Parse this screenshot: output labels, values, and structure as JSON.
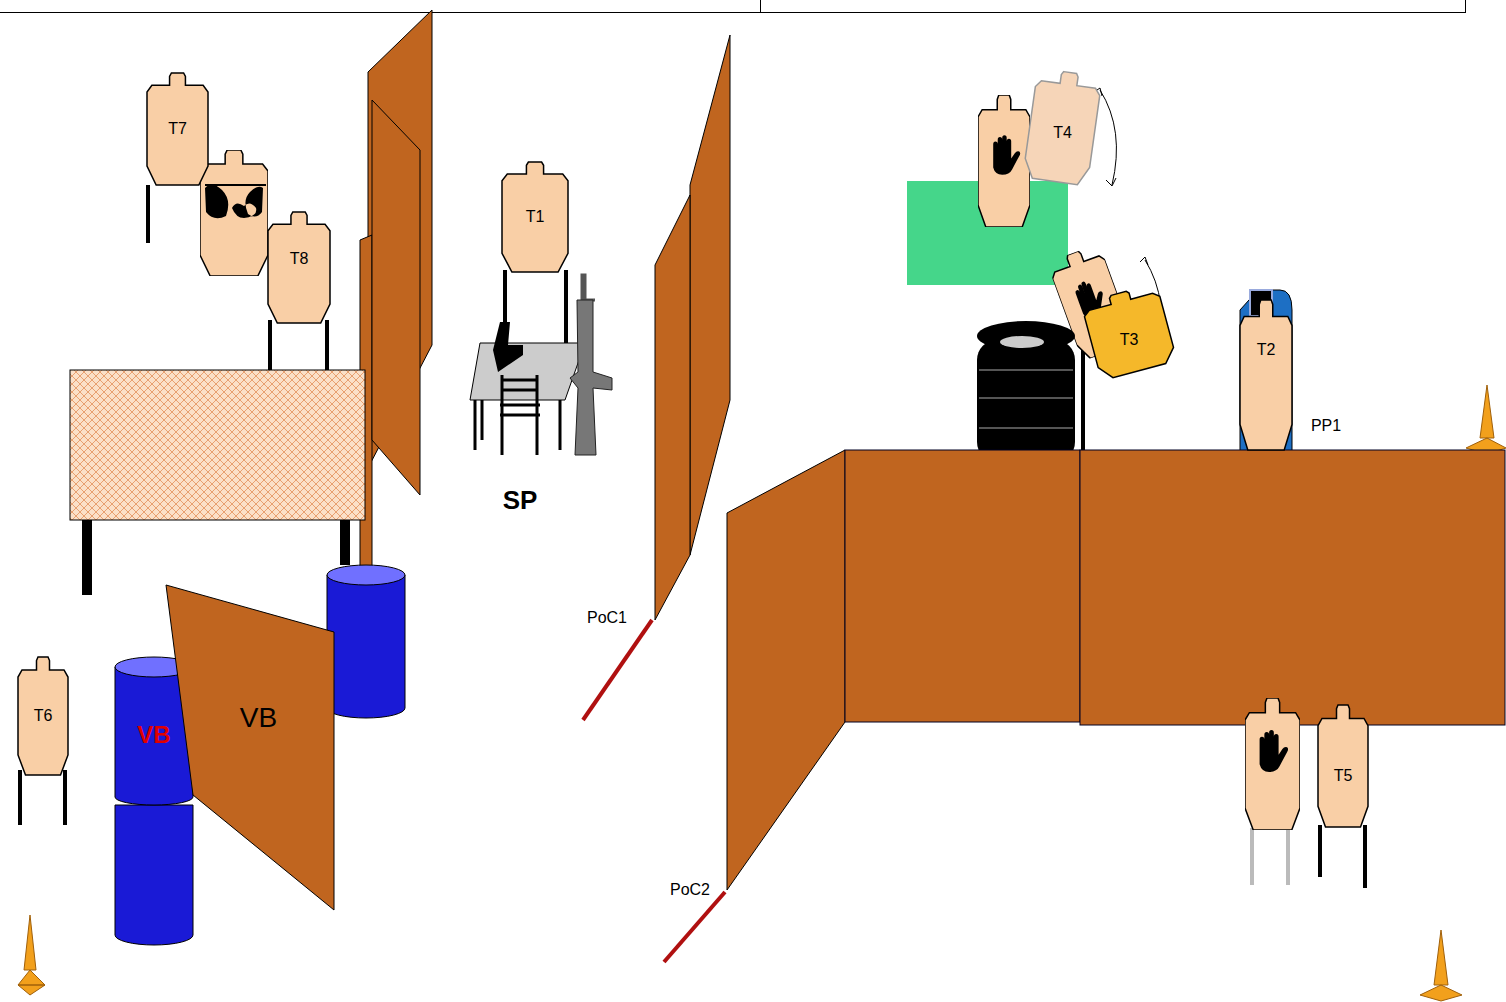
{
  "diagram": {
    "nodes": [
      {
        "text": [
          "T7"
        ]
      },
      {
        "text": [
          "T8"
        ]
      },
      {
        "text": [
          "T1"
        ]
      },
      {
        "text": [
          "T6"
        ]
      },
      {
        "text": [
          "VB"
        ]
      },
      {
        "text": [
          "VB"
        ]
      },
      {
        "text": [
          "T4"
        ]
      },
      {
        "text": [
          "T3"
        ]
      },
      {
        "text": [
          "T2"
        ]
      },
      {
        "text": [
          "T5"
        ]
      }
    ],
    "labels": [
      "SP",
      "PoC1",
      "PoC2",
      "PP1"
    ]
  }
}
